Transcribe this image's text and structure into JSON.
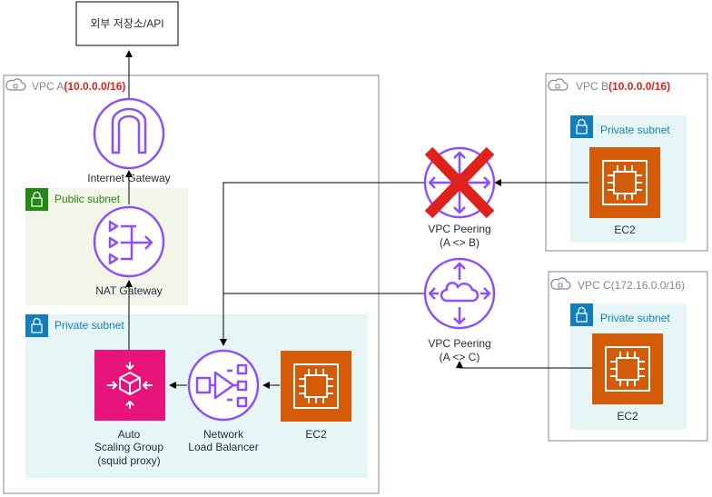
{
  "external": {
    "label": "외부 저장소/API"
  },
  "vpc_a": {
    "name": "VPC A",
    "cidr": "(10.0.0.0/16)"
  },
  "vpc_b": {
    "name": "VPC B",
    "cidr": "(10.0.0.0/16)"
  },
  "vpc_c": {
    "name": "VPC C(172.16.0.0/16)"
  },
  "public_subnet": {
    "label": "Public subnet"
  },
  "private_subnet_a": {
    "label": "Private subnet"
  },
  "private_subnet_b": {
    "label": "Private subnet"
  },
  "private_subnet_c": {
    "label": "Private subnet"
  },
  "internet_gateway": {
    "label": "Internet Gateway"
  },
  "nat_gateway": {
    "label": "NAT Gateway"
  },
  "asg": {
    "line1": "Auto",
    "line2": "Scaling Group",
    "line3": "(squid proxy)"
  },
  "nlb": {
    "line1": "Network",
    "line2": "Load Balancer"
  },
  "ec2_a": {
    "label": "EC2"
  },
  "ec2_b": {
    "label": "EC2"
  },
  "ec2_c": {
    "label": "EC2"
  },
  "peering_ab": {
    "line1": "VPC Peering",
    "line2": "(A <> B)"
  },
  "peering_ac": {
    "line1": "VPC Peering",
    "line2": "(A <> C)"
  },
  "colors": {
    "vpc_border": "#7d8998",
    "public_subnet_bg": "#f2f6e8",
    "private_subnet_bg": "#e6f6f7",
    "public_green": "#248814",
    "private_teal": "#147eba",
    "purple": "#8c4fff",
    "ec2_orange": "#d45b07",
    "asg_pink": "#e7157b",
    "cidr_red": "#e0201b",
    "cross_red": "#e0201b"
  }
}
